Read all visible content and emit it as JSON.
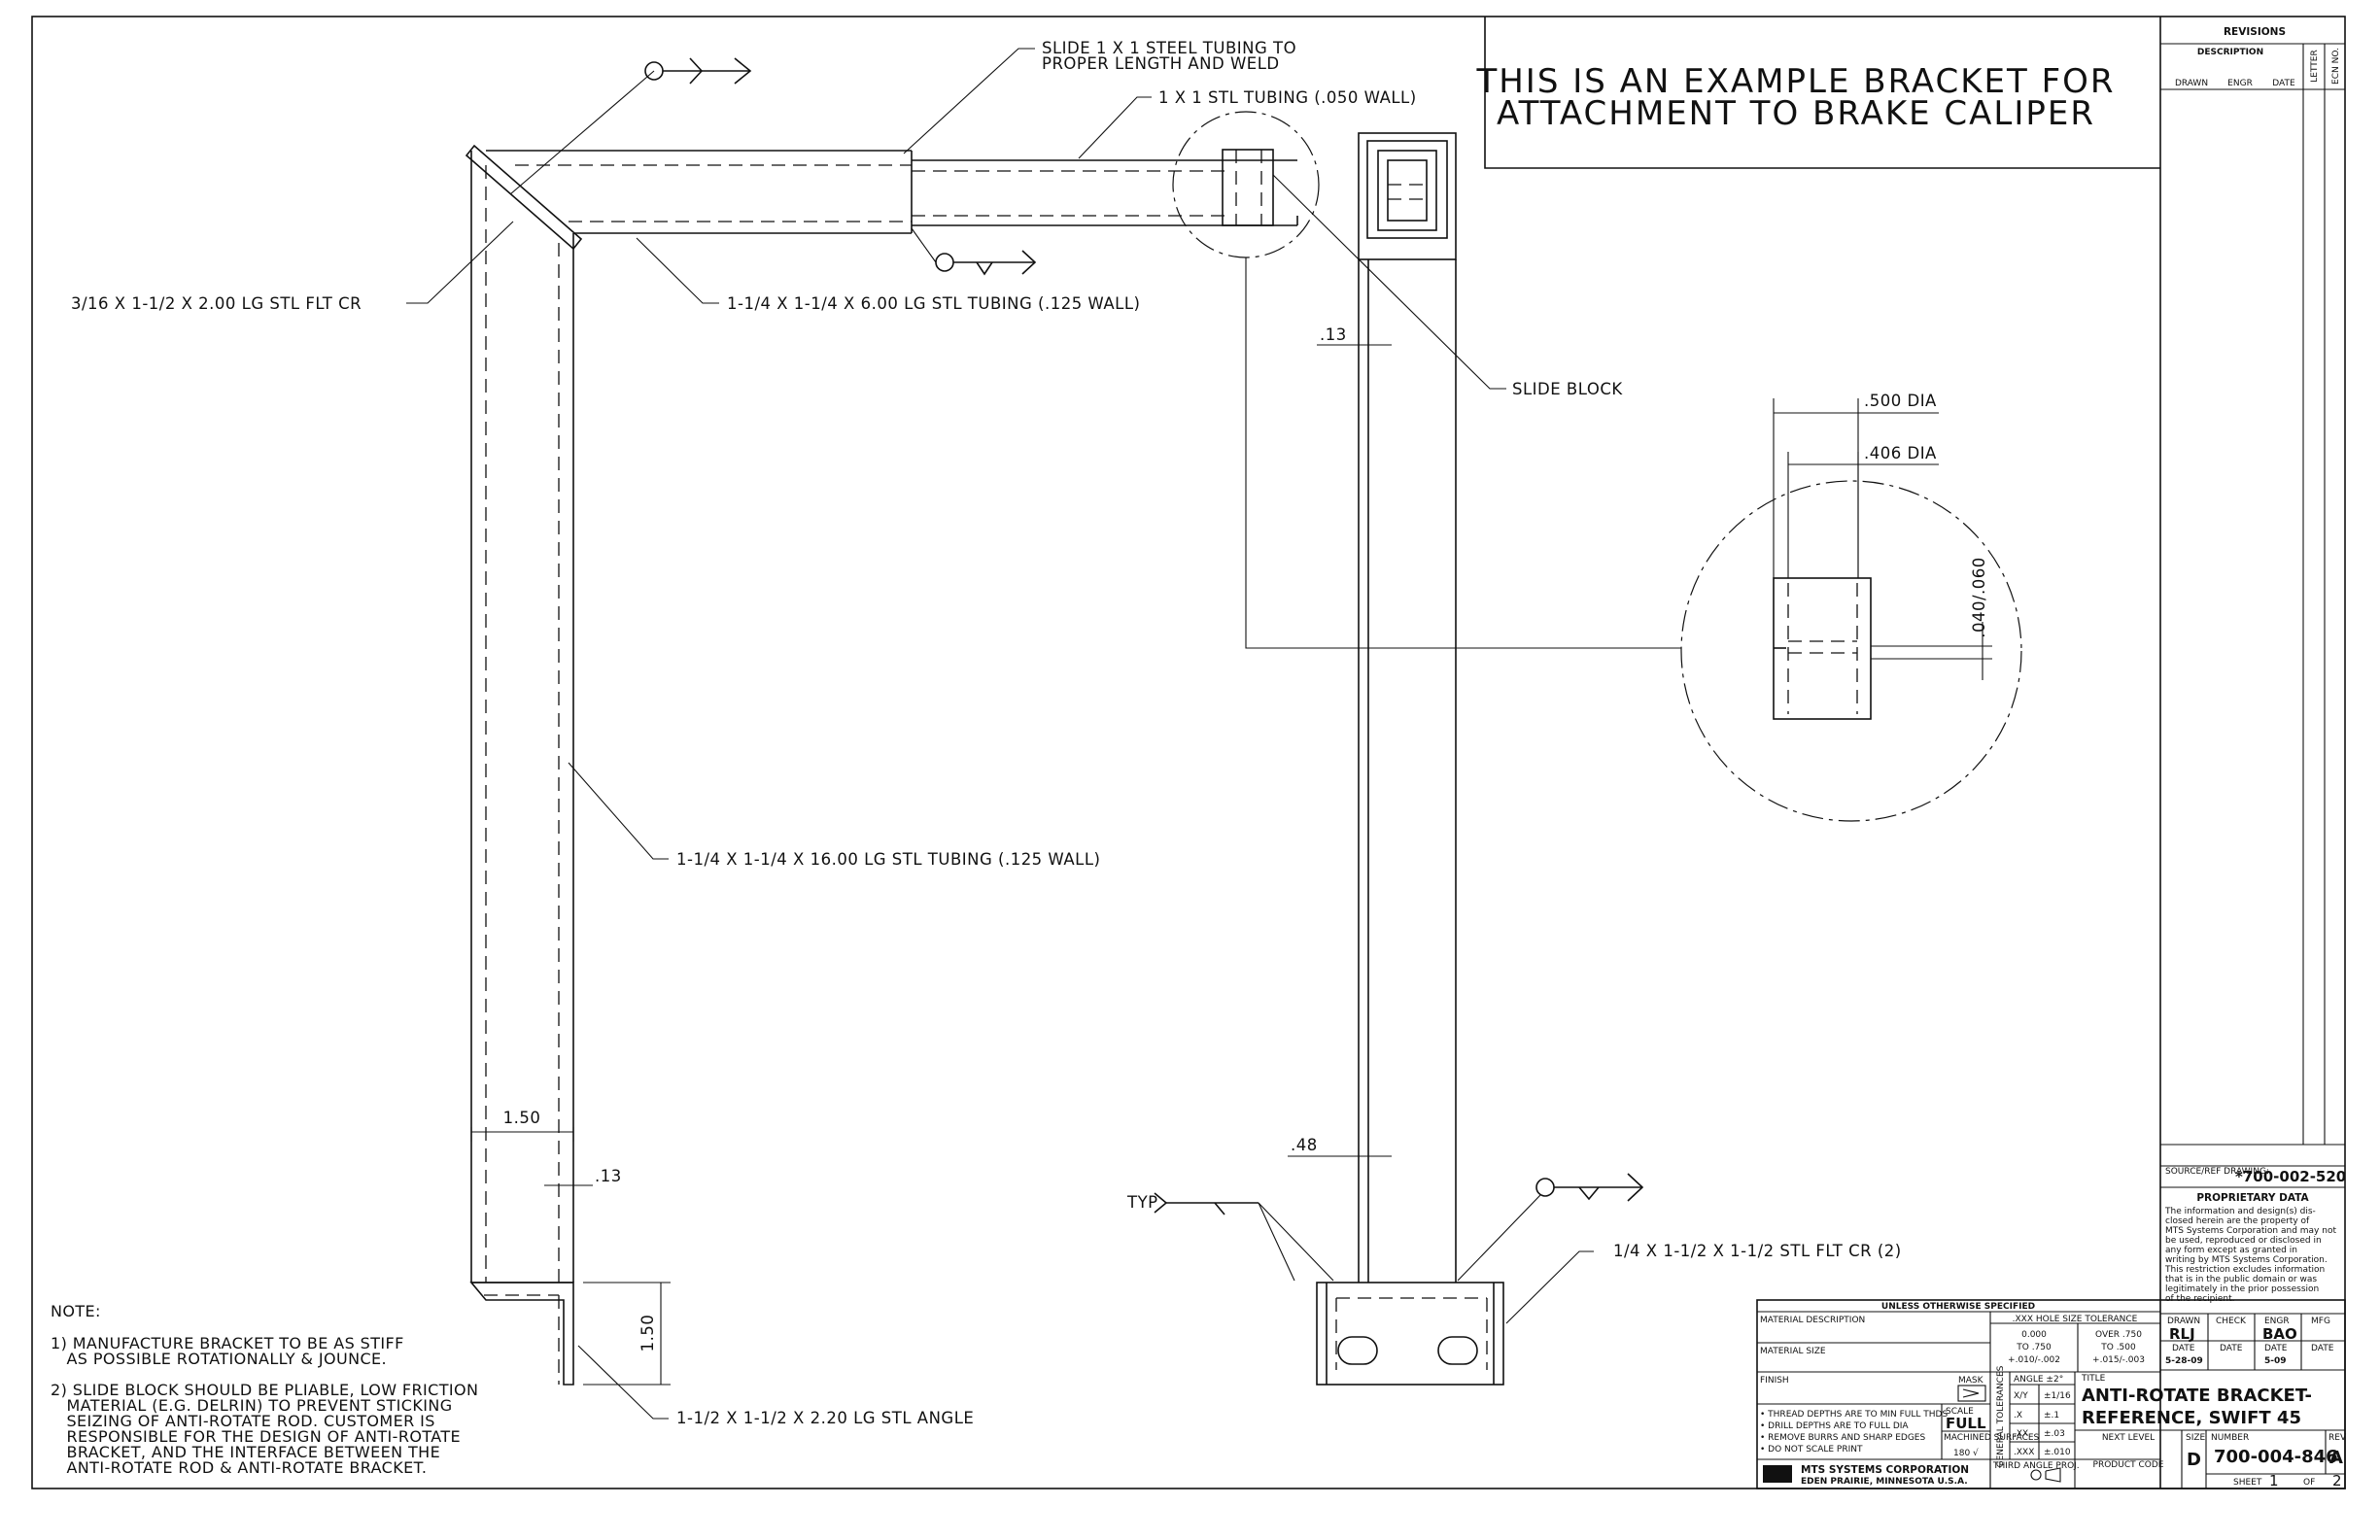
{
  "drawing": {
    "header_note_lines": [
      "THIS IS AN EXAMPLE BRACKET FOR",
      "ATTACHMENT TO BRAKE CALIPER"
    ],
    "labels": {
      "slide_tubing_line1": "SLIDE 1 X 1 STEEL TUBING TO",
      "slide_tubing_line2": "PROPER LENGTH AND WELD",
      "tubing_050": "1 X 1 STL TUBING (.050 WALL)",
      "flat_cr": "3/16 X 1-1/2 X 2.00 LG STL FLT CR",
      "tubing_6": "1-1/4 X 1-1/4 X 6.00 LG STL TUBING (.125 WALL)",
      "slide_block": "SLIDE BLOCK",
      "dia_500": ".500 DIA",
      "dia_406": ".406 DIA",
      "tol_040": ".040/.060",
      "tubing_16": "1-1/4 X 1-1/4 X 16.00 LG STL TUBING (.125 WALL)",
      "dim_150_h": "1.50",
      "dim_13_a": ".13",
      "dim_13_b": ".13",
      "dim_150_v": "1.50",
      "dim_48": ".48",
      "typ": "TYP",
      "flat_cr_2": "1/4 X 1-1/2 X 1-1/2 STL FLT CR (2)",
      "angle": "1-1/2 X 1-1/2 X 2.20 LG STL ANGLE"
    },
    "notes": {
      "title": "NOTE:",
      "lines": [
        "1) MANUFACTURE BRACKET TO BE AS STIFF",
        "   AS POSSIBLE ROTATIONALLY & JOUNCE.",
        "2) SLIDE BLOCK SHOULD BE PLIABLE, LOW FRICTION",
        "   MATERIAL (E.G. DELRIN) TO PREVENT STICKING",
        "   SEIZING OF ANTI-ROTATE ROD. CUSTOMER IS",
        "   RESPONSIBLE FOR THE DESIGN OF ANTI-ROTATE",
        "   BRACKET, AND THE INTERFACE BETWEEN THE",
        "   ANTI-ROTATE ROD & ANTI-ROTATE BRACKET."
      ]
    }
  },
  "revisions": {
    "title": "REVISIONS",
    "description": "DESCRIPTION",
    "drawn": "DRAWN",
    "engr": "ENGR",
    "date": "DATE",
    "letter": "LETTER",
    "ecn_no": "ECN NO."
  },
  "title_block": {
    "source_ref_label": "SOURCE/REF DRAWING:",
    "source_ref": "*700-002-520",
    "proprietary_title": "PROPRIETARY DATA",
    "proprietary_lines": [
      "The information and design(s) dis-",
      "closed herein are the property of",
      "MTS Systems Corporation and may not",
      "be used, reproduced or disclosed in",
      "any form except as granted in",
      "writing by MTS Systems Corporation.",
      "This restriction excludes information",
      "that is in the public domain or was",
      "legitimately in the prior possession",
      "of the recipient."
    ],
    "unless_specified": "UNLESS OTHERWISE SPECIFIED",
    "material_description": "MATERIAL DESCRIPTION",
    "material_size": "MATERIAL SIZE",
    "finish": "FINISH",
    "mask": "MASK",
    "hole_tol_title": ".XXX HOLE SIZE TOLERANCE",
    "hole_tol_col1": [
      "0.000",
      "TO .750",
      "+.010/-.002"
    ],
    "hole_tol_col2": [
      "OVER .750",
      "TO .500",
      "+.015/-.003"
    ],
    "angle_tol": "ANGLE ±2°",
    "frac_tol_a": "X/Y",
    "frac_tol_b": "±1/16",
    "x_tol_a": ".X",
    "x_tol_b": "±.1",
    "xx_tol_a": ".XX",
    "xx_tol_b": "±.03",
    "xxx_tol_a": ".XXX",
    "xxx_tol_b": "±.010",
    "gen_tol": "GENERAL TOLERANCES",
    "thread_notes": [
      "• THREAD DEPTHS ARE TO MIN FULL THDS",
      "• DRILL DEPTHS ARE TO FULL DIA",
      "• REMOVE BURRS AND SHARP EDGES",
      "• DO NOT SCALE PRINT"
    ],
    "scale_label": "SCALE",
    "scale": "FULL",
    "machined_surfaces": "MACHINED SURFACES",
    "surface_value": "180 √",
    "third_angle": "THIRD ANGLE PROJ.",
    "company": "MTS SYSTEMS CORPORATION",
    "company_location": "EDEN PRAIRIE, MINNESOTA U.S.A.",
    "drawn_label": "DRAWN",
    "drawn": "RLJ",
    "check_label": "CHECK",
    "engr_label": "ENGR",
    "engr": "BAO",
    "mfg_label": "MFG",
    "date_label": "DATE",
    "drawn_date": "5-28-09",
    "engr_date": "5-09",
    "title_label": "TITLE",
    "title_line1": "ANTI-ROTATE BRACKET-",
    "title_line2": "REFERENCE, SWIFT 45",
    "next_level": "NEXT LEVEL",
    "product_code": "PRODUCT CODE",
    "size_label": "SIZE",
    "size": "D",
    "number_label": "NUMBER",
    "number": "700-004-846",
    "rev_label": "REV",
    "rev": "A",
    "sheet_label": "SHEET",
    "sheet": "1",
    "of_label": "OF",
    "of": "2"
  },
  "colors": {
    "ink": "#111111",
    "paper": "#ffffff"
  }
}
